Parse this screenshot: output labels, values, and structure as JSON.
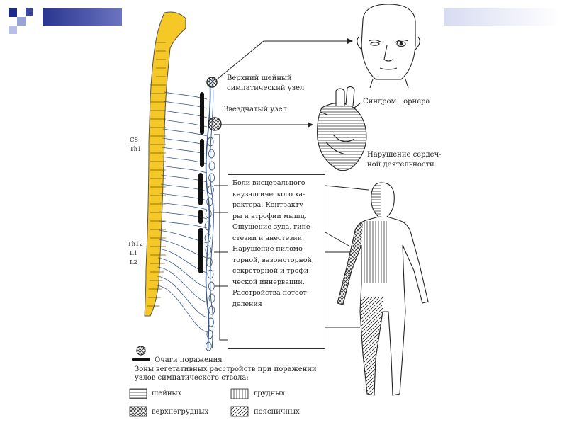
{
  "labels": {
    "ganglion_upper": "Верхний шейный\nсимпатический узел",
    "ganglion_stellate": "Звездчатый узел",
    "horner": "Синдром Горнера",
    "heart": "Нарушение сердеч-\nной деятельности",
    "lesion_foci": "Очаги поражения"
  },
  "segments": {
    "c8": "C8",
    "th1": "Th1",
    "th12": "Th12",
    "l1": "L1",
    "l2": "L2"
  },
  "box_lines": [
    "Боли висцерального",
    "каузалгического ха-",
    "рактера. Контракту-",
    "ры и атрофии мышц.",
    "Ощущение зуда, гипе-",
    "стезии и анестезии.",
    "Нарушение пиломо-",
    "торной, вазомоторной,",
    "секреторной и трофи-",
    "ческой иннервации.",
    "Расстройства потоот-",
    "деления"
  ],
  "legend": {
    "title": "Зоны вегетативных расстройств при поражении узлов симпатического ствола:",
    "items": [
      {
        "key": "cervical",
        "label": "шейных"
      },
      {
        "key": "thoracic",
        "label": "грудных"
      },
      {
        "key": "upper_thoracic",
        "label": "верхнегрудных"
      },
      {
        "key": "lumbar",
        "label": "поясничных"
      }
    ]
  },
  "colors": {
    "spine": "#f5c828",
    "nerve": "#3a5a8a",
    "corner_dark": "#1e2a8a",
    "corner_light": "#9aa3d8",
    "band_start": "#2a3590",
    "band_end": "#ffffff",
    "ink": "#222222"
  }
}
